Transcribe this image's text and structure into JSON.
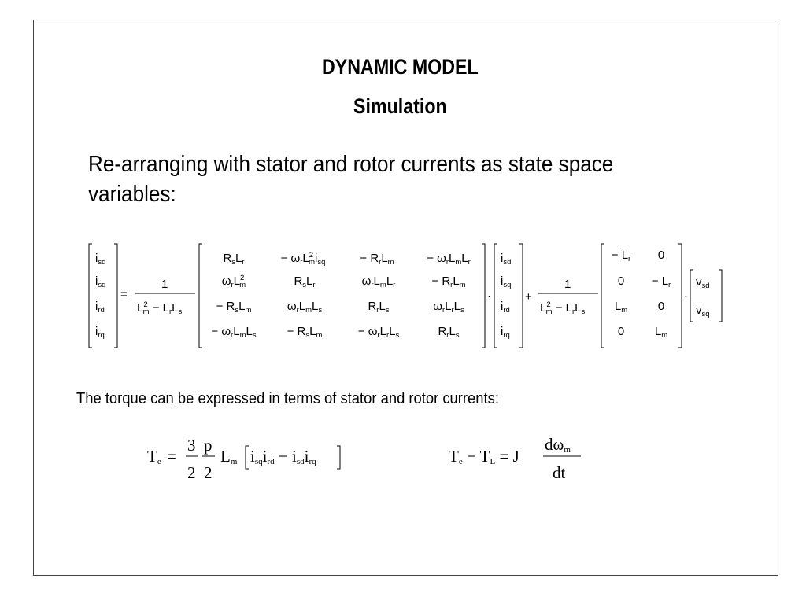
{
  "slide": {
    "title": "DYNAMIC MODEL",
    "subtitle": "Simulation",
    "intro": "Re-arranging with stator and rotor currents as state space variables:",
    "torque_text": "The torque can be expressed in terms of stator and rotor currents:"
  },
  "matrix_equation": {
    "state_vector": [
      "i_sd",
      "i_sq",
      "i_rd",
      "i_rq"
    ],
    "coefficient_numerator": "1",
    "coefficient_denominator": "L_m^2 − L_r L_s",
    "A_matrix": [
      [
        "R_s L_r",
        "−ω_r L_m^2 i_sq",
        "−R_r L_m",
        "−ω_r L_m L_r"
      ],
      [
        "ω_r L_m^2",
        "R_s L_r",
        "ω_r L_m L_r",
        "−R_r L_m"
      ],
      [
        "−R_s L_m",
        "ω_r L_m L_s",
        "R_r L_s",
        "ω_r L_r L_s"
      ],
      [
        "−ω_r L_m L_s",
        "−R_s L_m",
        "−ω_r L_r L_s",
        "R_r L_s"
      ]
    ],
    "B_matrix": [
      [
        "−L_r",
        "0"
      ],
      [
        "0",
        "−L_r"
      ],
      [
        "L_m",
        "0"
      ],
      [
        "0",
        "L_m"
      ]
    ],
    "input_vector": [
      "v_sd",
      "v_sq"
    ]
  },
  "torque_equation": "T_e = (3/2)(p/2) L_m [i_sq i_rd − i_sd i_rq]",
  "motion_equation": "T_e − T_L = J dω_m/dt"
}
